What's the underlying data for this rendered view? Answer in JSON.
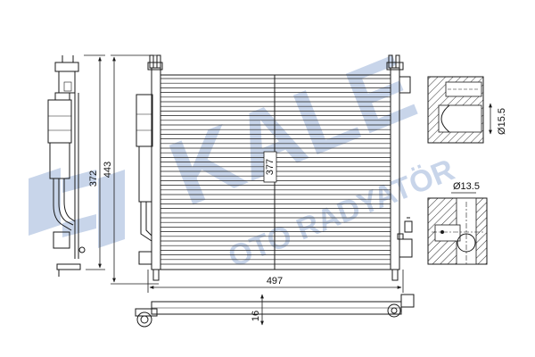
{
  "watermark": {
    "brand": "KALE",
    "subtitle": "OTO RADYATÖR",
    "color": "#c8d5ea"
  },
  "dimensions": {
    "overall_height": "443",
    "drier_height": "372",
    "core_height": "377",
    "overall_width": "497",
    "thickness": "16",
    "port_upper": "Ø15.5",
    "port_lower": "Ø13.5"
  },
  "colors": {
    "line": "#1a1a1a",
    "hatch": "#333333"
  }
}
